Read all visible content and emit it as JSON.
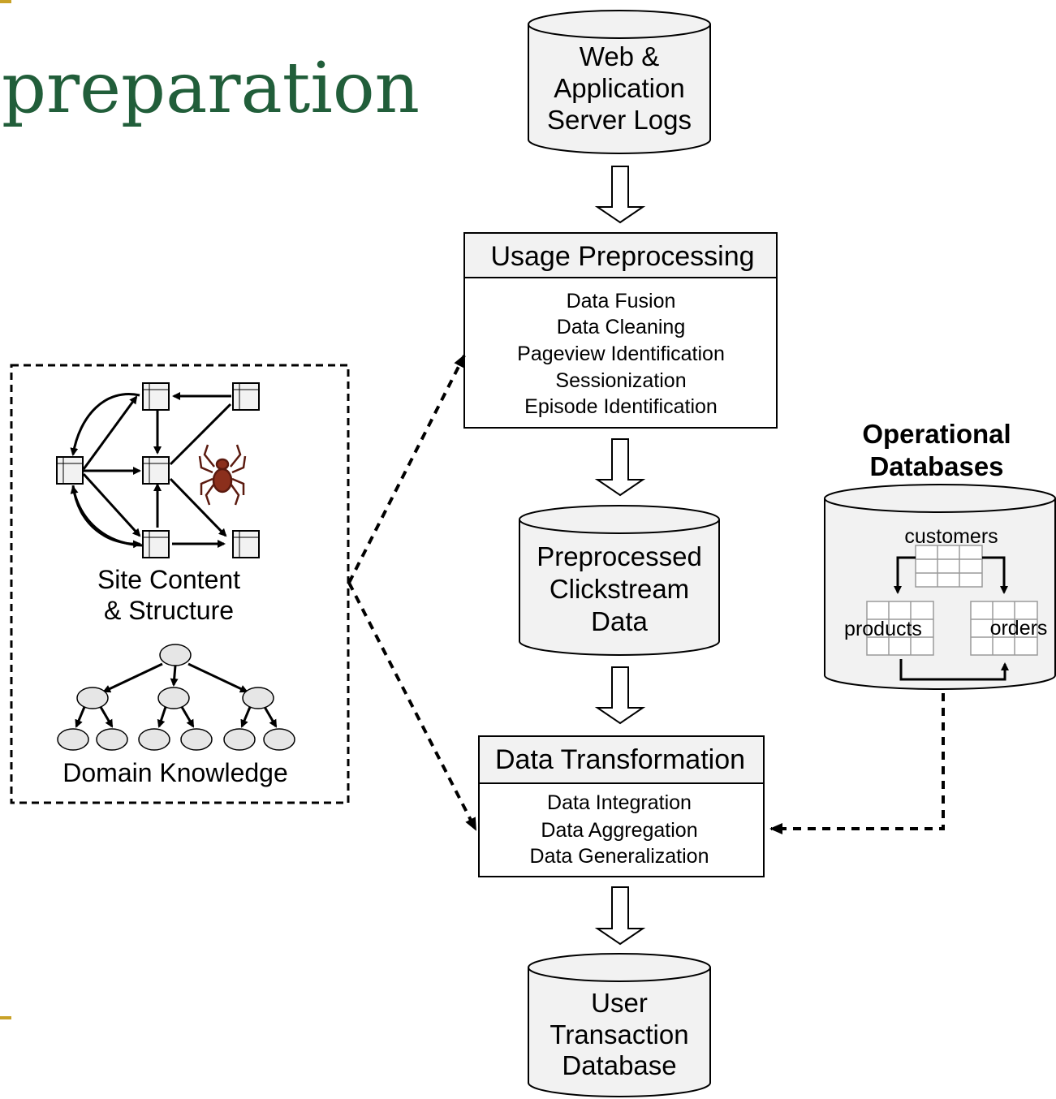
{
  "slide": {
    "title": "preparation",
    "accent_color": "#c9a227",
    "title_color": "#215e3a"
  },
  "sources": {
    "logs": [
      "Web &",
      "Application",
      "Server Logs"
    ]
  },
  "usage_preprocessing": {
    "title": "Usage Preprocessing",
    "steps": [
      "Data Fusion",
      "Data Cleaning",
      "Pageview Identification",
      "Sessionization",
      "Episode Identification"
    ]
  },
  "clickstream": {
    "lines": [
      "Preprocessed",
      "Clickstream",
      "Data"
    ]
  },
  "data_transformation": {
    "title": "Data Transformation",
    "steps": [
      "Data Integration",
      "Data Aggregation",
      "Data Generalization"
    ]
  },
  "user_db": {
    "lines": [
      "User",
      "Transaction",
      "Database"
    ]
  },
  "operational": {
    "title_lines": [
      "Operational",
      "Databases"
    ],
    "tables": [
      "customers",
      "products",
      "orders"
    ]
  },
  "site": {
    "label_lines": [
      "Site Content",
      "& Structure"
    ],
    "domain_label": "Domain Knowledge",
    "spider_icon": "spider-icon"
  }
}
